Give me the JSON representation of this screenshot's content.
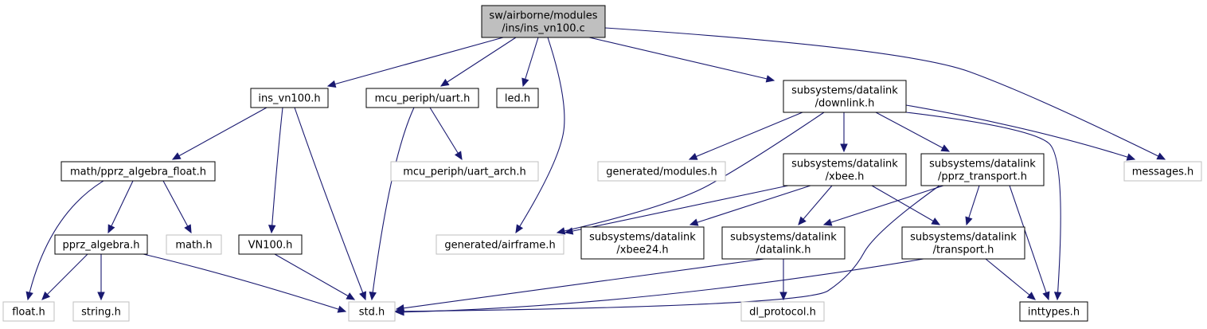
{
  "diagram": {
    "type": "include-dependency-graph",
    "colors": {
      "edge": "#191970",
      "root_fill": "#bfbfbf",
      "node_border": "#000000",
      "external_border": "#bfbfbf",
      "text": "#000000"
    },
    "nodes": [
      {
        "id": "root",
        "lines": [
          "sw/airborne/modules",
          "/ins/ins_vn100.c"
        ],
        "kind": "root"
      },
      {
        "id": "ins_vn100_h",
        "lines": [
          "ins_vn100.h"
        ],
        "kind": "file"
      },
      {
        "id": "mcu_uart",
        "lines": [
          "mcu_periph/uart.h"
        ],
        "kind": "file"
      },
      {
        "id": "led_h",
        "lines": [
          "led.h"
        ],
        "kind": "file"
      },
      {
        "id": "downlink",
        "lines": [
          "subsystems/datalink",
          "/downlink.h"
        ],
        "kind": "file"
      },
      {
        "id": "messages",
        "lines": [
          "messages.h"
        ],
        "kind": "external"
      },
      {
        "id": "pprz_alg_float",
        "lines": [
          "math/pprz_algebra_float.h"
        ],
        "kind": "file"
      },
      {
        "id": "uart_arch",
        "lines": [
          "mcu_periph/uart_arch.h"
        ],
        "kind": "external"
      },
      {
        "id": "gen_modules",
        "lines": [
          "generated/modules.h"
        ],
        "kind": "external"
      },
      {
        "id": "xbee",
        "lines": [
          "subsystems/datalink",
          "/xbee.h"
        ],
        "kind": "file"
      },
      {
        "id": "pprz_transport",
        "lines": [
          "subsystems/datalink",
          "/pprz_transport.h"
        ],
        "kind": "file"
      },
      {
        "id": "pprz_algebra",
        "lines": [
          "pprz_algebra.h"
        ],
        "kind": "file"
      },
      {
        "id": "math_h",
        "lines": [
          "math.h"
        ],
        "kind": "external"
      },
      {
        "id": "vn100",
        "lines": [
          "VN100.h"
        ],
        "kind": "file"
      },
      {
        "id": "gen_airframe",
        "lines": [
          "generated/airframe.h"
        ],
        "kind": "external"
      },
      {
        "id": "xbee24",
        "lines": [
          "subsystems/datalink",
          "/xbee24.h"
        ],
        "kind": "file"
      },
      {
        "id": "datalink",
        "lines": [
          "subsystems/datalink",
          "/datalink.h"
        ],
        "kind": "file"
      },
      {
        "id": "transport",
        "lines": [
          "subsystems/datalink",
          "/transport.h"
        ],
        "kind": "file"
      },
      {
        "id": "float_h",
        "lines": [
          "float.h"
        ],
        "kind": "external"
      },
      {
        "id": "string_h",
        "lines": [
          "string.h"
        ],
        "kind": "external"
      },
      {
        "id": "std_h",
        "lines": [
          "std.h"
        ],
        "kind": "external"
      },
      {
        "id": "dl_protocol",
        "lines": [
          "dl_protocol.h"
        ],
        "kind": "external"
      },
      {
        "id": "inttypes",
        "lines": [
          "inttypes.h"
        ],
        "kind": "file"
      }
    ],
    "edges": [
      {
        "from": "root",
        "to": "ins_vn100_h"
      },
      {
        "from": "root",
        "to": "mcu_uart"
      },
      {
        "from": "root",
        "to": "led_h"
      },
      {
        "from": "root",
        "to": "gen_airframe"
      },
      {
        "from": "root",
        "to": "downlink"
      },
      {
        "from": "root",
        "to": "messages"
      },
      {
        "from": "ins_vn100_h",
        "to": "pprz_alg_float"
      },
      {
        "from": "ins_vn100_h",
        "to": "vn100"
      },
      {
        "from": "ins_vn100_h",
        "to": "std_h"
      },
      {
        "from": "mcu_uart",
        "to": "std_h"
      },
      {
        "from": "mcu_uart",
        "to": "uart_arch"
      },
      {
        "from": "pprz_alg_float",
        "to": "pprz_algebra"
      },
      {
        "from": "pprz_alg_float",
        "to": "math_h"
      },
      {
        "from": "pprz_alg_float",
        "to": "float_h"
      },
      {
        "from": "pprz_algebra",
        "to": "float_h"
      },
      {
        "from": "pprz_algebra",
        "to": "string_h"
      },
      {
        "from": "pprz_algebra",
        "to": "std_h"
      },
      {
        "from": "vn100",
        "to": "std_h"
      },
      {
        "from": "downlink",
        "to": "gen_modules"
      },
      {
        "from": "downlink",
        "to": "gen_airframe"
      },
      {
        "from": "downlink",
        "to": "xbee"
      },
      {
        "from": "downlink",
        "to": "pprz_transport"
      },
      {
        "from": "downlink",
        "to": "messages"
      },
      {
        "from": "downlink",
        "to": "inttypes"
      },
      {
        "from": "xbee",
        "to": "gen_airframe"
      },
      {
        "from": "xbee",
        "to": "xbee24"
      },
      {
        "from": "xbee",
        "to": "datalink"
      },
      {
        "from": "xbee",
        "to": "transport"
      },
      {
        "from": "pprz_transport",
        "to": "datalink"
      },
      {
        "from": "pprz_transport",
        "to": "transport"
      },
      {
        "from": "pprz_transport",
        "to": "inttypes"
      },
      {
        "from": "pprz_transport",
        "to": "std_h"
      },
      {
        "from": "datalink",
        "to": "std_h"
      },
      {
        "from": "datalink",
        "to": "dl_protocol"
      },
      {
        "from": "transport",
        "to": "std_h"
      },
      {
        "from": "transport",
        "to": "inttypes"
      }
    ]
  }
}
